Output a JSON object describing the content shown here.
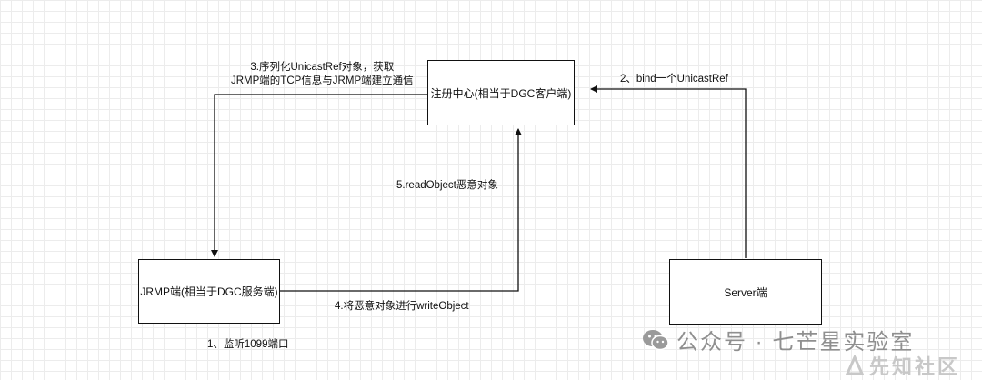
{
  "nodes": {
    "registry": "注册中心(相当于DGC客户端)",
    "jrmp": "JRMP端(相当于DGC服务端)",
    "server": "Server端"
  },
  "edges": {
    "step1": "1、监听1099端口",
    "step2": "2、bind一个UnicastRef",
    "step3_line1": "3.序列化UnicastRef对象，获取",
    "step3_line2": "JRMP端的TCP信息与JRMP端建立通信",
    "step4": "4.将恶意对象进行writeObject",
    "step5": "5.readObject恶意对象"
  },
  "watermarks": {
    "wechat": "公众号 · 七芒星实验室",
    "xianzhi": "先知社区"
  },
  "colors": {
    "line": "#111111",
    "grid": "#ececec",
    "watermark": "#8f8f8f"
  }
}
